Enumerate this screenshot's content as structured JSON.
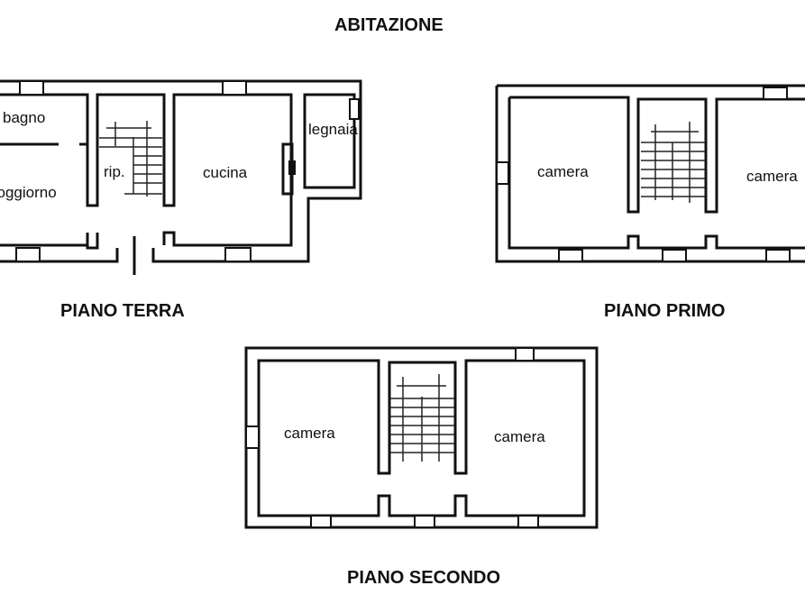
{
  "title": "ABITAZIONE",
  "floors": [
    {
      "name": "PIANO TERRA",
      "rooms": [
        "bagno",
        "soggiorno",
        "rip.",
        "cucina",
        "legnaia"
      ]
    },
    {
      "name": "PIANO PRIMO",
      "rooms": [
        "camera",
        "camera"
      ]
    },
    {
      "name": "PIANO SECONDO",
      "rooms": [
        "camera",
        "camera"
      ]
    }
  ]
}
